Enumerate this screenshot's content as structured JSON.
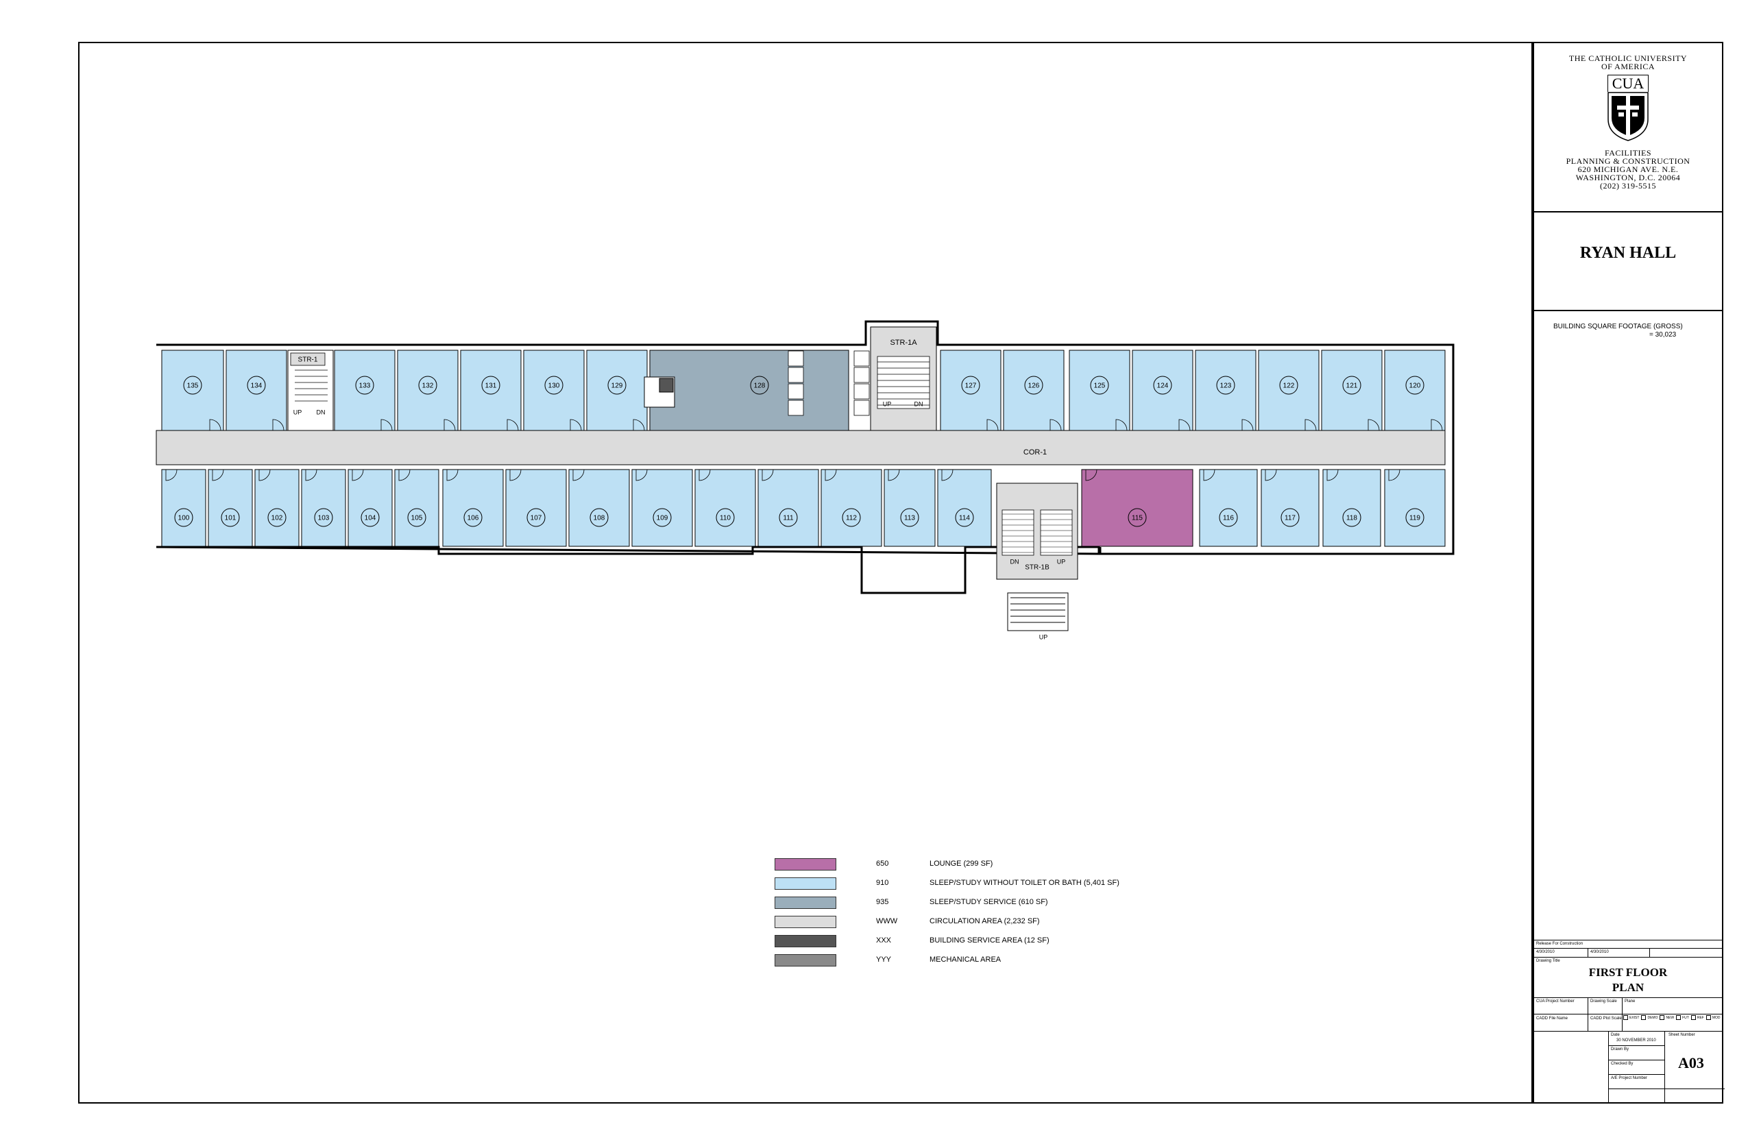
{
  "plan": {
    "corridor_label": "COR-1",
    "stairs": {
      "str1": "STR-1",
      "str1a": "STR-1A",
      "str1b": "STR-1B"
    },
    "stair_words": {
      "up": "UP",
      "dn": "DN"
    },
    "north_rooms": [
      "135",
      "134",
      "133",
      "132",
      "131",
      "130",
      "129",
      "128",
      "127",
      "126",
      "125",
      "124",
      "123",
      "122",
      "121",
      "120"
    ],
    "south_rooms": [
      "100",
      "101",
      "102",
      "103",
      "104",
      "105",
      "106",
      "107",
      "108",
      "109",
      "110",
      "111",
      "112",
      "113",
      "114",
      "115",
      "116",
      "117",
      "118",
      "119"
    ],
    "colors": {
      "sleep": "#bde0f4",
      "service": "#9aaebb",
      "lounge": "#b86fa8",
      "circulation": "#dcdcdc",
      "building_service": "#555555",
      "mechanical": "#8a8a8a"
    }
  },
  "legend": [
    {
      "code": "650",
      "label": "LOUNGE (299 SF)",
      "color": "#b86fa8"
    },
    {
      "code": "910",
      "label": "SLEEP/STUDY WITHOUT TOILET OR BATH (5,401 SF)",
      "color": "#bde0f4"
    },
    {
      "code": "935",
      "label": "SLEEP/STUDY SERVICE (610 SF)",
      "color": "#9aaebb"
    },
    {
      "code": "WWW",
      "label": "CIRCULATION AREA (2,232 SF)",
      "color": "#dcdcdc"
    },
    {
      "code": "XXX",
      "label": "BUILDING SERVICE AREA (12 SF)",
      "color": "#555555"
    },
    {
      "code": "YYY",
      "label": "MECHANICAL AREA",
      "color": "#8a8a8a"
    }
  ],
  "title_block": {
    "university_line1": "THE CATHOLIC UNIVERSITY",
    "university_line2": "OF AMERICA",
    "logo_text": "CUA",
    "dept_line1": "FACILITIES",
    "dept_line2": "PLANNING & CONSTRUCTION",
    "address1": "620 MICHIGAN AVE. N.E.",
    "address2": "WASHINGTON, D.C. 20064",
    "phone": "(202) 319-5515",
    "building": "RYAN HALL",
    "sqft_label": "BUILDING SQUARE FOOTAGE (GROSS)",
    "sqft_value": "= 30,023",
    "release": "Release For Construction",
    "date_row_left": "4/30/2010",
    "date_row_right": "4/30/2010",
    "drawing_title_label": "Drawing Title",
    "drawing_title_1": "FIRST FLOOR",
    "drawing_title_2": "PLAN",
    "cua_project_number": "CUA Project Number",
    "drawing_scale": "Drawing Scale",
    "plane": "Plane",
    "cadd_file_name": "CADD File Name",
    "cadd_plot_scale": "CADD Plot Scale",
    "checkbox_labels": [
      "EXIST",
      "DEMO",
      "NEW",
      "FUT",
      "REF",
      "MOD"
    ],
    "date_label": "Date",
    "date_value": "30 NOVEMBER 2010",
    "drawn_by": "Drawn By",
    "checked_by": "Checked By",
    "ae_project_number": "A/E Project    Number",
    "sheet_number_label": "Sheet   Number",
    "sheet_number": "A03"
  }
}
